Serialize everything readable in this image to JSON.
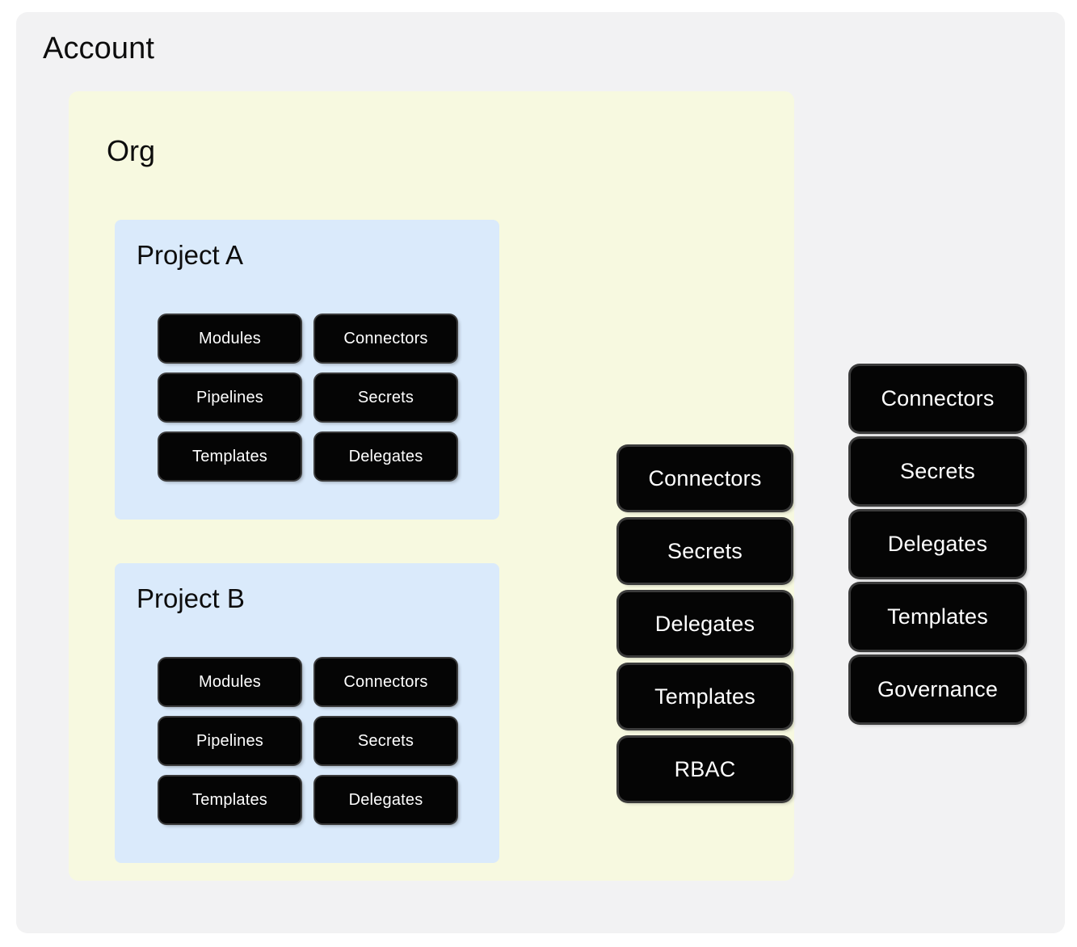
{
  "diagram": {
    "type": "nested-scope-hierarchy",
    "colors": {
      "account_bg": "#f2f2f3",
      "org_bg": "#f7f9e0",
      "project_bg": "#daeafb",
      "chip_bg": "#050505",
      "chip_text": "#ffffff",
      "chip_outline": "#3b3b3b"
    }
  },
  "account": {
    "title": "Account",
    "scope_items": [
      {
        "label": "Connectors"
      },
      {
        "label": "Secrets"
      },
      {
        "label": "Delegates"
      },
      {
        "label": "Templates"
      },
      {
        "label": "Governance"
      }
    ]
  },
  "org": {
    "title": "Org",
    "scope_items": [
      {
        "label": "Connectors"
      },
      {
        "label": "Secrets"
      },
      {
        "label": "Delegates"
      },
      {
        "label": "Templates"
      },
      {
        "label": "RBAC"
      }
    ]
  },
  "projects": [
    {
      "title": "Project A",
      "items": [
        {
          "label": "Modules"
        },
        {
          "label": "Connectors"
        },
        {
          "label": "Pipelines"
        },
        {
          "label": "Secrets"
        },
        {
          "label": "Templates"
        },
        {
          "label": "Delegates"
        }
      ]
    },
    {
      "title": "Project B",
      "items": [
        {
          "label": "Modules"
        },
        {
          "label": "Connectors"
        },
        {
          "label": "Pipelines"
        },
        {
          "label": "Secrets"
        },
        {
          "label": "Templates"
        },
        {
          "label": "Delegates"
        }
      ]
    }
  ]
}
